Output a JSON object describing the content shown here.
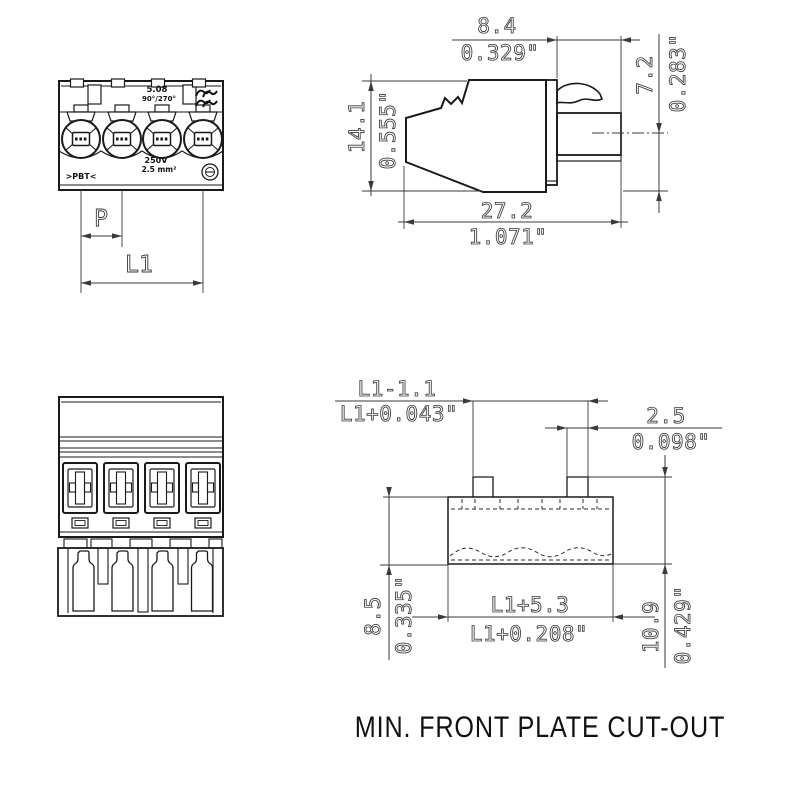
{
  "caption": "MIN. FRONT PLATE CUT-OUT",
  "front_view": {
    "pitch_marking": "5.08",
    "orientation_marking": "90°/270°",
    "voltage_marking": "250V",
    "wire_marking": "2.5 mm²",
    "material_marking": ">PBT<",
    "dim_pitch": "P",
    "dim_length": "L1"
  },
  "side_view": {
    "top_mm": "8.4",
    "top_in": "0.329\"",
    "left_mm": "14.1",
    "left_in": "0.555\"",
    "right_mm": "7.2",
    "right_in": "0.283\"",
    "bottom_mm": "27.2",
    "bottom_in": "1.071\""
  },
  "cutout": {
    "top_mm": "L1-1.1",
    "top_in": "L1+0.043\"",
    "tab_mm": "2.5",
    "tab_in": "0.098\"",
    "left_mm": "8.5",
    "left_in": "0.335\"",
    "bottom_mm": "L1+5.3",
    "bottom_in": "L1+0.208\"",
    "right_mm": "10.9",
    "right_in": "0.429\""
  }
}
